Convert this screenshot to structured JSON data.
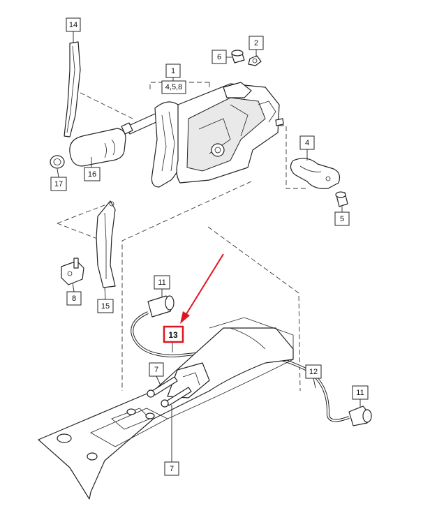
{
  "callouts": {
    "c1": "1",
    "c1_sub": "4,5,8",
    "c2": "2",
    "c4": "4",
    "c5": "5",
    "c6": "6",
    "c7a": "7",
    "c7b": "7",
    "c8": "8",
    "c11a": "11",
    "c11b": "11",
    "c12": "12",
    "c13": "13",
    "c14": "14",
    "c15": "15",
    "c16": "16",
    "c17": "17"
  },
  "highlight_color": "#e0141e",
  "highlighted_callout": "13"
}
